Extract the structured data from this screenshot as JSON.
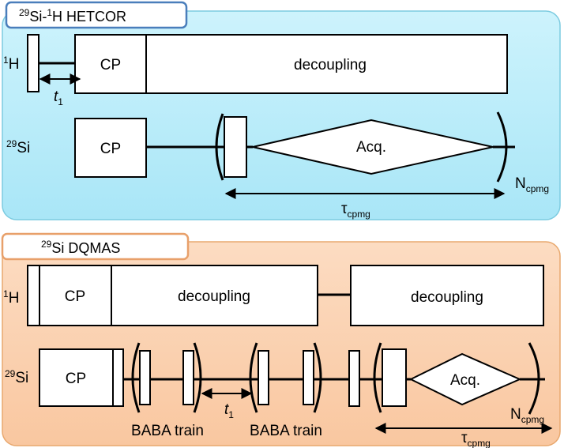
{
  "panel_hetcor": {
    "title": {
      "sup": "29",
      "text1": "Si-",
      "sup2": "1",
      "text2": "H HETCOR"
    },
    "h_channel": {
      "sup": "1",
      "text": "H"
    },
    "si_channel": {
      "sup": "29",
      "text": "Si"
    },
    "cp_h": "CP",
    "decoupling": "decoupling",
    "cp_si": "CP",
    "acq": "Acq.",
    "t1": {
      "main": "t",
      "sub": "1"
    },
    "n_cpmg": {
      "main": "N",
      "sub": "cpmg"
    },
    "tau_cpmg": {
      "main": "τ",
      "sub": "cpmg"
    },
    "background": "#bdeefb"
  },
  "panel_dqmas": {
    "title": {
      "sup": "29",
      "text": "Si DQMAS"
    },
    "h_channel": {
      "sup": "1",
      "text": "H"
    },
    "si_channel": {
      "sup": "29",
      "text": "Si"
    },
    "cp_h": "CP",
    "decoupling1": "decoupling",
    "decoupling2": "decoupling",
    "cp_si": "CP",
    "acq": "Acq.",
    "t1": {
      "main": "t",
      "sub": "1"
    },
    "baba1": "BABA train",
    "baba2": "BABA train",
    "n_cpmg": {
      "main": "N",
      "sub": "cpmg"
    },
    "tau_cpmg": {
      "main": "τ",
      "sub": "cpmg"
    },
    "background": "#fbd4b6"
  },
  "colors": {
    "hetcor_title_border": "#4a7ebb",
    "dqmas_title_border": "#e8a06a",
    "hetcor_panel_border": "#7ccbe0",
    "dqmas_panel_border": "#e8a86e"
  }
}
